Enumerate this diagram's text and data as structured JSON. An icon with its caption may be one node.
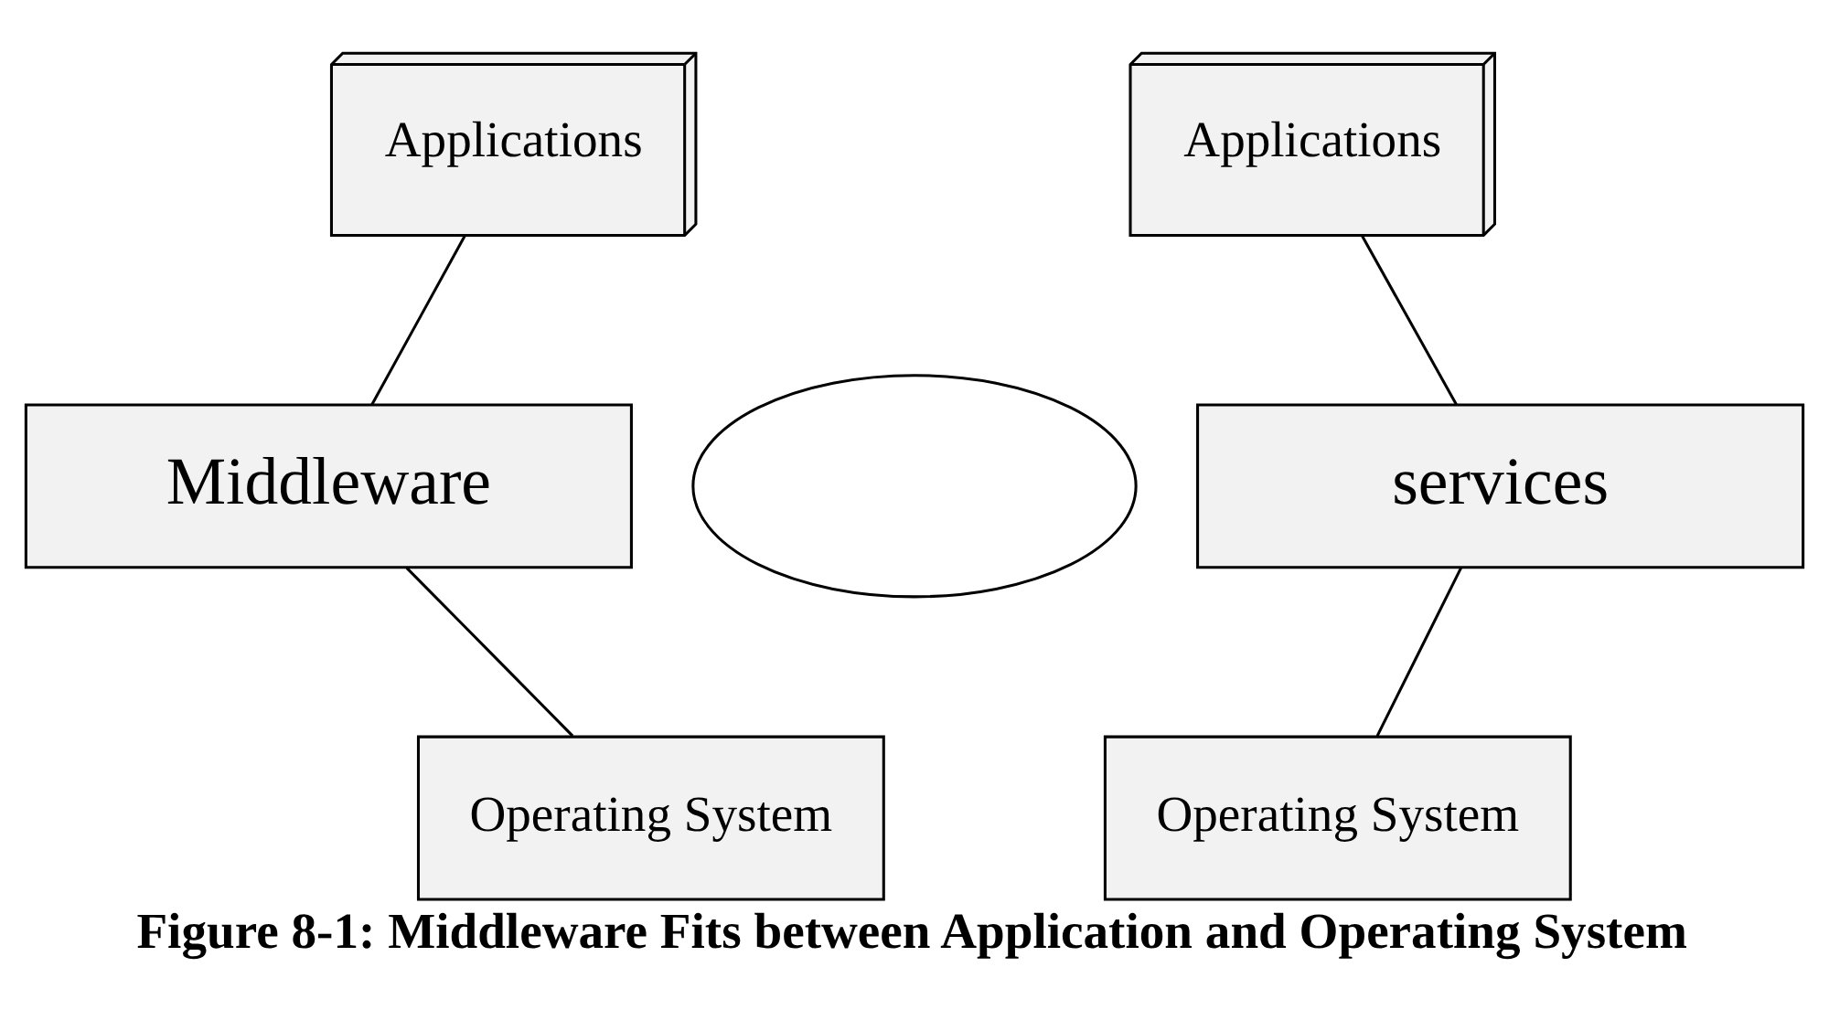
{
  "diagram": {
    "caption": "Figure 8-1: Middleware Fits between Application and Operating System",
    "nodes": [
      {
        "text": [
          "Applications"
        ]
      },
      {
        "text": [
          "Applications"
        ]
      },
      {
        "text": [
          "Middleware"
        ]
      },
      {
        "text": [],
        "shape": "cloud"
      },
      {
        "text": [
          "services"
        ]
      },
      {
        "text": [
          "Operating System"
        ]
      },
      {
        "text": [
          "Operating System"
        ]
      }
    ],
    "edges": [
      {
        "from": 0,
        "to": 2,
        "arrow": "none"
      },
      {
        "from": 2,
        "to": 5,
        "arrow": "none"
      },
      {
        "from": 1,
        "to": 4,
        "arrow": "none"
      },
      {
        "from": 4,
        "to": 6,
        "arrow": "none"
      }
    ]
  }
}
